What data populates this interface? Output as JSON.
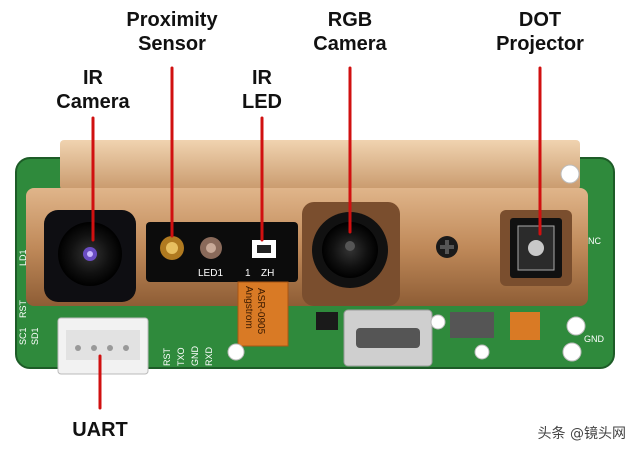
{
  "labels": {
    "proximity_sensor": [
      "Proximity",
      "Sensor"
    ],
    "rgb_camera": [
      "RGB",
      "Camera"
    ],
    "dot_projector": [
      "DOT",
      "Projector"
    ],
    "ir_camera": [
      "IR",
      "Camera"
    ],
    "ir_led": [
      "IR",
      "LED"
    ],
    "uart": [
      "UART"
    ]
  },
  "board_text": {
    "led1": "LED1",
    "one": "1",
    "zh": "ZH",
    "ribbon_top": "ASR-0905",
    "ribbon_bottom": "Angstrom",
    "left_top": "LD1",
    "left_rst": "RST",
    "left_sc1": "SC1",
    "left_sd1": "SD1",
    "bottom_rst": "RST",
    "bottom_txo": "TXO",
    "bottom_gnd": "GND",
    "bottom_rxd": "RXD",
    "right_nc": "NC",
    "right_gnd": "GND"
  },
  "watermark": "头条 @镜头网",
  "colors": {
    "pcb": "#2f8a3c",
    "copper": "#c08a5a",
    "pointer": "#d01010"
  }
}
